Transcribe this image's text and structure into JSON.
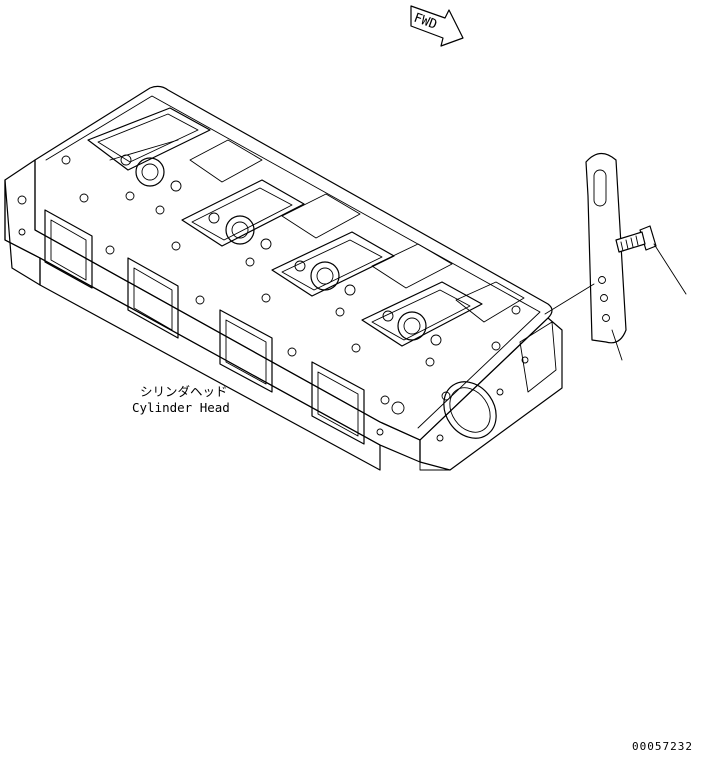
{
  "diagram": {
    "fwd_label": "FWD",
    "part_label_jp": "シリンダヘッド",
    "part_label_en": "Cylinder Head",
    "drawing_number": "00057232"
  }
}
